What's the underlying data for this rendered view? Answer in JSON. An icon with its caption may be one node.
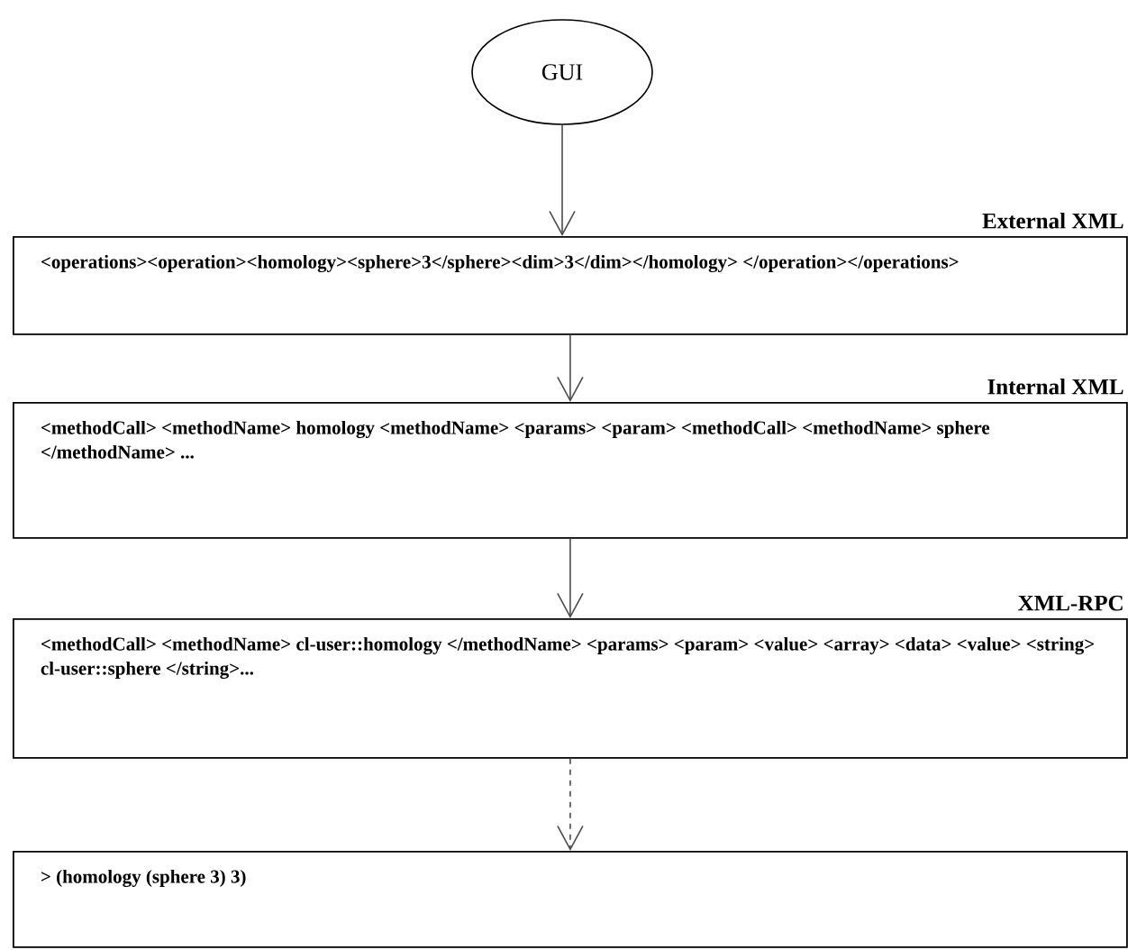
{
  "diagram": {
    "nodes": [
      {
        "text": [
          "GUI"
        ]
      },
      {
        "text": [
          "External XML",
          "<operations><operation><homology><sphere>3</sphere><dim>3</dim></homology> </operation></operations>"
        ]
      },
      {
        "text": [
          "Internal XML",
          "<methodCall> <methodName> homology <methodName> <params> <param> <methodCall> <methodName> sphere </methodName> ..."
        ]
      },
      {
        "text": [
          "XML-RPC",
          "<methodCall> <methodName> cl-user::homology </methodName> <params> <param> <value> <array> <data> <value> <string> cl-user::sphere </string>..."
        ]
      },
      {
        "text": [
          "> (homology (sphere 3) 3)"
        ]
      }
    ],
    "edges": [
      {
        "from": 0,
        "to": 1,
        "arrow": "to"
      },
      {
        "from": 1,
        "to": 2,
        "arrow": "to"
      },
      {
        "from": 2,
        "to": 3,
        "arrow": "to"
      },
      {
        "from": 3,
        "to": 4,
        "arrow": "to",
        "style": "dashed"
      }
    ]
  }
}
